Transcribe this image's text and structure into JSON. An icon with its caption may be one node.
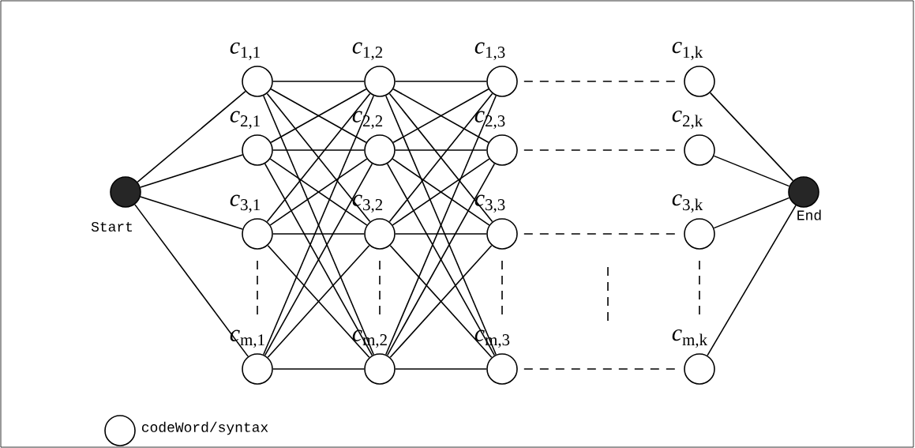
{
  "diagram": {
    "nodes": [
      {
        "text": [],
        "shape": "circle",
        "beside": [
          "Start"
        ]
      },
      {
        "text": [
          "*c*$_{1,1}$"
        ]
      },
      {
        "text": [
          "*c*$_{2,1}$"
        ]
      },
      {
        "text": [
          "*c*$_{3,1}$"
        ]
      },
      {
        "text": [
          "*c*$_{m,1}$"
        ]
      },
      {
        "text": [
          "*c*$_{1,2}$"
        ]
      },
      {
        "text": [
          "*c*$_{2,2}$"
        ]
      },
      {
        "text": [
          "*c*$_{3,2}$"
        ]
      },
      {
        "text": [
          "*c*$_{m,2}$"
        ]
      },
      {
        "text": [
          "*c*$_{1,3}$"
        ]
      },
      {
        "text": [
          "*c*$_{2,3}$"
        ]
      },
      {
        "text": [
          "*c*$_{3,3}$"
        ]
      },
      {
        "text": [
          "*c*$_{m,3}$"
        ]
      },
      {
        "text": [
          "*c*$_{1,k}$"
        ]
      },
      {
        "text": [
          "*c*$_{2,k}$"
        ]
      },
      {
        "text": [
          "*c*$_{3,k}$"
        ]
      },
      {
        "text": [
          "*c*$_{m,k}$"
        ]
      },
      {
        "text": [],
        "shape": "circle",
        "beside": [
          "End"
        ]
      }
    ],
    "edges": [
      {
        "from": 0,
        "to": 1,
        "arrow": "none"
      },
      {
        "from": 0,
        "to": 2,
        "arrow": "none"
      },
      {
        "from": 0,
        "to": 3,
        "arrow": "none"
      },
      {
        "from": 0,
        "to": 4,
        "arrow": "none"
      },
      {
        "from": 1,
        "to": 5,
        "arrow": "none"
      },
      {
        "from": 1,
        "to": 6,
        "arrow": "none"
      },
      {
        "from": 1,
        "to": 7,
        "arrow": "none"
      },
      {
        "from": 1,
        "to": 8,
        "arrow": "none"
      },
      {
        "from": 2,
        "to": 5,
        "arrow": "none"
      },
      {
        "from": 2,
        "to": 6,
        "arrow": "none"
      },
      {
        "from": 2,
        "to": 7,
        "arrow": "none"
      },
      {
        "from": 2,
        "to": 8,
        "arrow": "none"
      },
      {
        "from": 3,
        "to": 5,
        "arrow": "none"
      },
      {
        "from": 3,
        "to": 6,
        "arrow": "none"
      },
      {
        "from": 3,
        "to": 7,
        "arrow": "none"
      },
      {
        "from": 3,
        "to": 8,
        "arrow": "none"
      },
      {
        "from": 4,
        "to": 5,
        "arrow": "none"
      },
      {
        "from": 4,
        "to": 6,
        "arrow": "none"
      },
      {
        "from": 4,
        "to": 7,
        "arrow": "none"
      },
      {
        "from": 4,
        "to": 8,
        "arrow": "none"
      },
      {
        "from": 5,
        "to": 9,
        "arrow": "none"
      },
      {
        "from": 5,
        "to": 10,
        "arrow": "none"
      },
      {
        "from": 5,
        "to": 11,
        "arrow": "none"
      },
      {
        "from": 5,
        "to": 12,
        "arrow": "none"
      },
      {
        "from": 6,
        "to": 9,
        "arrow": "none"
      },
      {
        "from": 6,
        "to": 10,
        "arrow": "none"
      },
      {
        "from": 6,
        "to": 11,
        "arrow": "none"
      },
      {
        "from": 6,
        "to": 12,
        "arrow": "none"
      },
      {
        "from": 7,
        "to": 9,
        "arrow": "none"
      },
      {
        "from": 7,
        "to": 10,
        "arrow": "none"
      },
      {
        "from": 7,
        "to": 11,
        "arrow": "none"
      },
      {
        "from": 7,
        "to": 12,
        "arrow": "none"
      },
      {
        "from": 8,
        "to": 9,
        "arrow": "none"
      },
      {
        "from": 8,
        "to": 10,
        "arrow": "none"
      },
      {
        "from": 8,
        "to": 11,
        "arrow": "none"
      },
      {
        "from": 8,
        "to": 12,
        "arrow": "none"
      },
      {
        "from": 9,
        "to": 13,
        "arrow": "none",
        "style": "dashed"
      },
      {
        "from": 10,
        "to": 14,
        "arrow": "none",
        "style": "dashed"
      },
      {
        "from": 11,
        "to": 15,
        "arrow": "none",
        "style": "dashed"
      },
      {
        "from": 12,
        "to": 16,
        "arrow": "none",
        "style": "dashed"
      },
      {
        "from": 13,
        "to": 17,
        "arrow": "none"
      },
      {
        "from": 14,
        "to": 17,
        "arrow": "none"
      },
      {
        "from": 15,
        "to": 17,
        "arrow": "none"
      },
      {
        "from": 16,
        "to": 17,
        "arrow": "none"
      }
    ],
    "legend": [
      {
        "text": "codeWord/syntax"
      }
    ]
  }
}
